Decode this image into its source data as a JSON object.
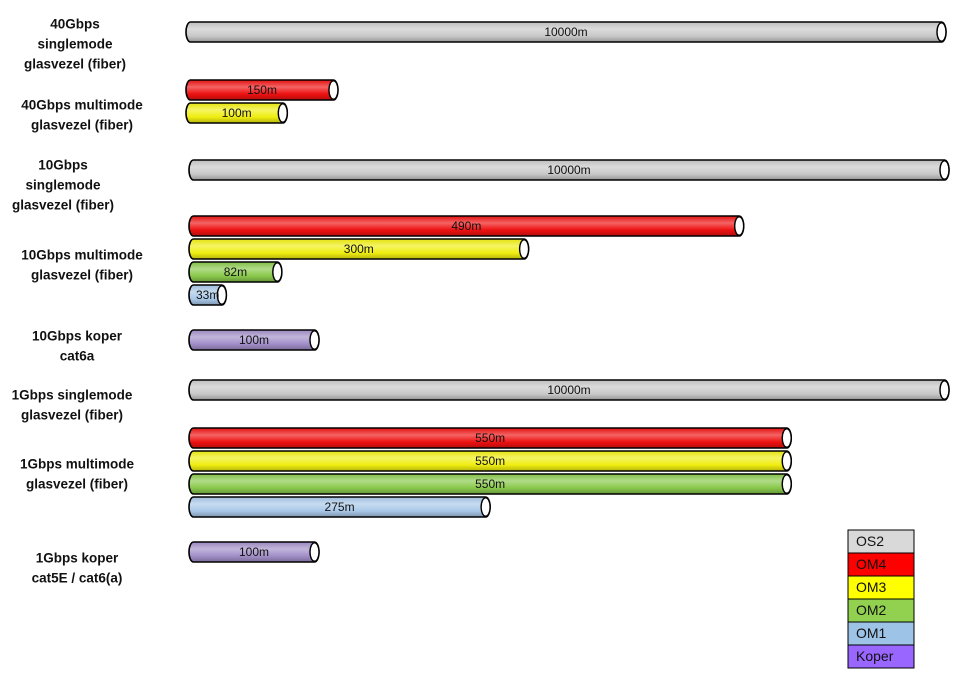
{
  "colors": {
    "OS2": "#c8c8c8",
    "OM4": "#ee1111",
    "OM3": "#f0ee10",
    "OM2": "#88c84a",
    "OM1": "#a8c8e8",
    "Koper": "#a18ec8"
  },
  "legend": [
    {
      "name": "OS2",
      "color": "#d9d9d9"
    },
    {
      "name": "OM4",
      "color": "#ff0000"
    },
    {
      "name": "OM3",
      "color": "#ffff00"
    },
    {
      "name": "OM2",
      "color": "#92d050"
    },
    {
      "name": "OM1",
      "color": "#9dc3e6"
    },
    {
      "name": "Koper",
      "color": "#9966ff"
    }
  ],
  "chart_data": {
    "type": "bar",
    "orientation": "horizontal",
    "unit": "m",
    "groups": [
      {
        "lines": [
          "40Gbps",
          "singlemode",
          "glasvezel (fiber)"
        ],
        "bars": [
          {
            "type": "OS2",
            "value": 10000,
            "label": "10000m"
          }
        ]
      },
      {
        "lines": [
          "40Gbps multimode",
          "glasvezel (fiber)"
        ],
        "bars": [
          {
            "type": "OM4",
            "value": 150,
            "label": "150m"
          },
          {
            "type": "OM3",
            "value": 100,
            "label": "100m"
          }
        ]
      },
      {
        "lines": [
          "10Gbps",
          "singlemode",
          "glasvezel (fiber)"
        ],
        "bars": [
          {
            "type": "OS2",
            "value": 10000,
            "label": "10000m"
          }
        ]
      },
      {
        "lines": [
          "10Gbps multimode",
          "glasvezel (fiber)"
        ],
        "bars": [
          {
            "type": "OM4",
            "value": 490,
            "label": "490m"
          },
          {
            "type": "OM3",
            "value": 300,
            "label": "300m"
          },
          {
            "type": "OM2",
            "value": 82,
            "label": "82m"
          },
          {
            "type": "OM1",
            "value": 33,
            "label": "33m"
          }
        ]
      },
      {
        "lines": [
          "10Gbps koper",
          "cat6a"
        ],
        "bars": [
          {
            "type": "Koper",
            "value": 100,
            "label": "100m"
          }
        ]
      },
      {
        "lines": [
          "1Gbps singlemode",
          "glasvezel (fiber)"
        ],
        "bars": [
          {
            "type": "OS2",
            "value": 10000,
            "label": "10000m"
          }
        ]
      },
      {
        "lines": [
          "1Gbps multimode",
          "glasvezel (fiber)"
        ],
        "bars": [
          {
            "type": "OM4",
            "value": 550,
            "label": "550m"
          },
          {
            "type": "OM3",
            "value": 550,
            "label": "550m"
          },
          {
            "type": "OM2",
            "value": 550,
            "label": "550m"
          },
          {
            "type": "OM1",
            "value": 275,
            "label": "275m"
          }
        ]
      },
      {
        "lines": [
          "1Gbps koper",
          "cat5E / cat6(a)"
        ],
        "bars": [
          {
            "type": "Koper",
            "value": 100,
            "label": "100m"
          }
        ]
      }
    ]
  }
}
